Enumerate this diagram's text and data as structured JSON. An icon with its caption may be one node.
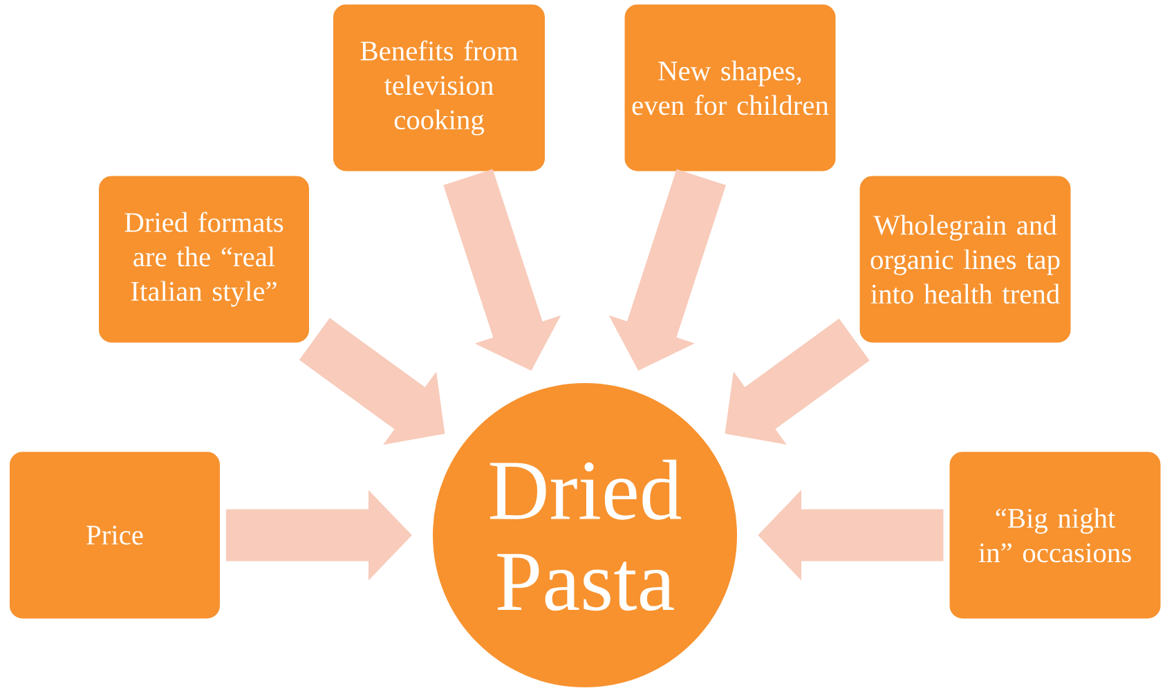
{
  "diagram": {
    "nodes": [
      {
        "text": [
          "Dried Pasta"
        ]
      },
      {
        "text": [
          "Price"
        ]
      },
      {
        "text": [
          "Dried formats are the “real Italian style”"
        ]
      },
      {
        "text": [
          "Benefits from television cooking"
        ]
      },
      {
        "text": [
          "New shapes, even for children"
        ]
      },
      {
        "text": [
          "Wholegrain and organic lines tap into health trend"
        ]
      },
      {
        "text": [
          "“Big night in” occasions"
        ]
      }
    ],
    "edges": [
      {
        "from": 1,
        "to": 0,
        "arrow": "to"
      },
      {
        "from": 2,
        "to": 0,
        "arrow": "to"
      },
      {
        "from": 3,
        "to": 0,
        "arrow": "to"
      },
      {
        "from": 4,
        "to": 0,
        "arrow": "to"
      },
      {
        "from": 5,
        "to": 0,
        "arrow": "to"
      },
      {
        "from": 6,
        "to": 0,
        "arrow": "to"
      }
    ]
  }
}
